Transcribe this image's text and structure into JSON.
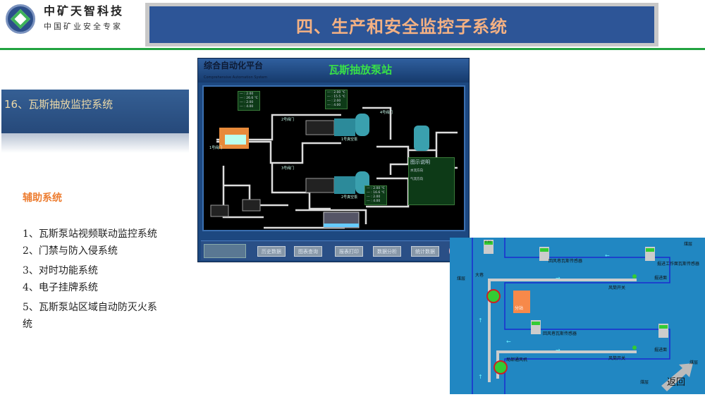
{
  "header": {
    "brand": "中矿天智科技",
    "slogan": "中国矿业安全专家",
    "title": "四、生产和安全监控子系统"
  },
  "colors": {
    "title_bg": "#2d5597",
    "title_text": "#f4b183",
    "accent_green": "#21a340",
    "section_bg": "#2d5287",
    "aux_heading": "#ed7d31"
  },
  "section": {
    "title": "16、瓦斯抽放监控系统"
  },
  "aux": {
    "heading": "辅助系统",
    "items": [
      "1、瓦斯泵站视频联动监控系统",
      "2、门禁与防入侵系统",
      "3、对时功能系统",
      "4、电子挂牌系统",
      "5、瓦斯泵站区域自动防灭火系",
      "统"
    ]
  },
  "scada": {
    "platform": "综合自动化平台",
    "platform_sub": "Comprehensive Automation System",
    "title": "瓦斯抽放泵站",
    "legend_title": "图示说明",
    "legend": [
      "水流方向",
      "气流方向"
    ],
    "buttons": [
      "历史数据",
      "图表查询",
      "报表打印",
      "数据分析",
      "统计数据"
    ],
    "tags": [
      "1号阀门",
      "2号阀门",
      "3号阀门",
      "4号阀门",
      "1号真空泵",
      "2号真空泵"
    ]
  },
  "mine": {
    "labels": {
      "seam": "煤层",
      "main_roadway": "大巷",
      "switch": "风筒开关",
      "heading_face": "掘进面",
      "fan": "局部通风机",
      "substation": "分站",
      "return": "返回",
      "sensor": "回风巷瓦斯传感器",
      "face_sensor": "掘进工作面瓦斯传感器"
    },
    "sensor_value": "0.00"
  }
}
